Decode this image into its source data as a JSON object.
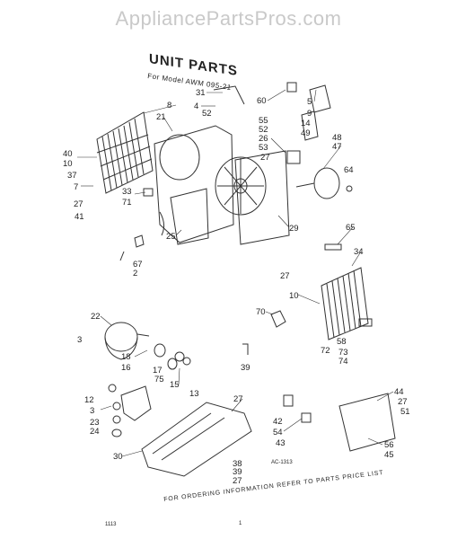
{
  "watermark": "AppliancePartsPros.com",
  "title": "UNIT PARTS",
  "subtitle": "For Model AWM 095-21",
  "footer_note": "FOR ORDERING INFORMATION REFER TO PARTS PRICE LIST",
  "diagram_code": "AC-1313",
  "page_mark": "1",
  "corner_mark": "1113",
  "callouts": {
    "n2": "2",
    "n3": "3",
    "n4": "4",
    "n5": "5",
    "n7": "7",
    "n8": "8",
    "n9": "9",
    "n10a": "10",
    "n10b": "10",
    "n12": "12",
    "n13": "13",
    "n14": "14",
    "n15": "15",
    "n16": "16",
    "n17": "17",
    "n18": "18",
    "n21": "21",
    "n22": "22",
    "n23": "23",
    "n24": "24",
    "n25": "25",
    "n26": "26",
    "n27a": "27",
    "n27b": "27",
    "n27c": "27",
    "n27d": "27",
    "n27e": "27",
    "n27f": "27",
    "n29": "29",
    "n30": "30",
    "n31": "31",
    "n33": "33",
    "n34": "34",
    "n37": "37",
    "n38": "38",
    "n39a": "39",
    "n39b": "39",
    "n40": "40",
    "n41": "41",
    "n42": "42",
    "n43": "43",
    "n44": "44",
    "n45": "45",
    "n47": "47",
    "n48": "48",
    "n49": "49",
    "n51": "51",
    "n52a": "52",
    "n52b": "52",
    "n53": "53",
    "n54": "54",
    "n55": "55",
    "n56": "56",
    "n58": "58",
    "n60": "60",
    "n64": "64",
    "n65": "65",
    "n67": "67",
    "n70": "70",
    "n71": "71",
    "n72": "72",
    "n73": "73",
    "n74": "74",
    "n75": "75"
  }
}
